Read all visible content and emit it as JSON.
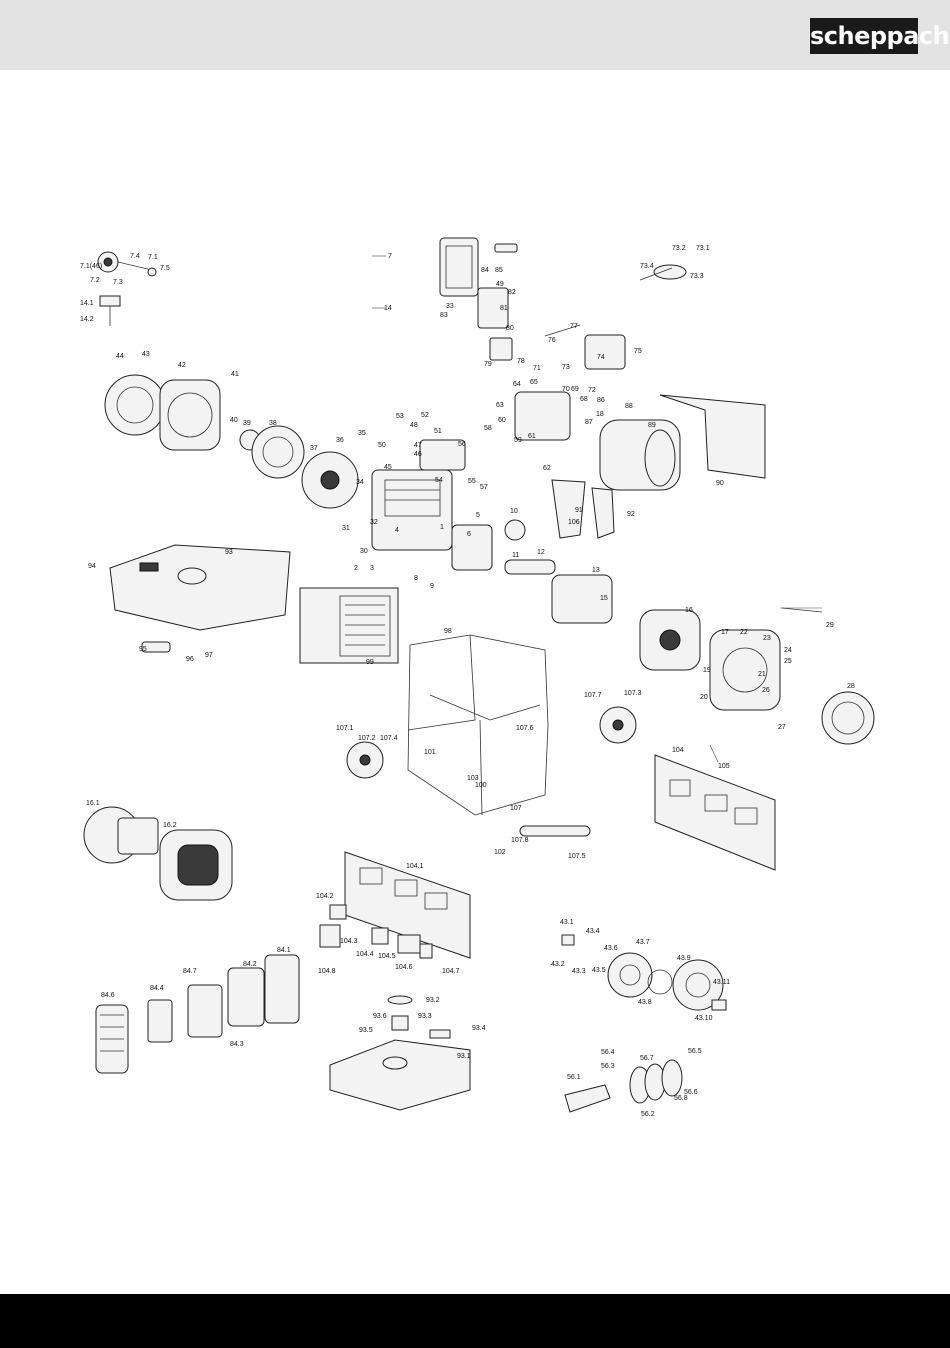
{
  "header": {
    "logo_text": "scheppach"
  },
  "diagram": {
    "labels": [
      "7",
      "7.1(46)",
      "7.2",
      "7.3",
      "7.4",
      "7.1",
      "7.5",
      "14",
      "14.1",
      "14.2",
      "73.2",
      "73.1",
      "73.4",
      "73.3",
      "84",
      "85",
      "49",
      "82",
      "81",
      "83",
      "80",
      "79",
      "33",
      "76",
      "77",
      "75",
      "74",
      "73",
      "78",
      "71",
      "72",
      "64",
      "65",
      "63",
      "70",
      "69",
      "68",
      "86",
      "88",
      "18",
      "87",
      "62",
      "61",
      "60",
      "59",
      "58",
      "56",
      "57",
      "55",
      "54",
      "89",
      "90",
      "91",
      "92",
      "106",
      "44",
      "43",
      "42",
      "41",
      "40",
      "39",
      "38",
      "37",
      "36",
      "35",
      "50",
      "53",
      "52",
      "51",
      "48",
      "47",
      "46",
      "45",
      "34",
      "32",
      "31",
      "30",
      "1",
      "2",
      "3",
      "4",
      "5",
      "6",
      "8",
      "9",
      "10",
      "11",
      "12",
      "13",
      "15",
      "16",
      "17",
      "19",
      "20",
      "21",
      "22",
      "23",
      "24",
      "25",
      "26",
      "27",
      "28",
      "29",
      "93",
      "94",
      "95",
      "96",
      "97",
      "98",
      "99",
      "100",
      "101",
      "102",
      "103",
      "104",
      "105",
      "107",
      "107.1",
      "107.2",
      "107.3",
      "107.4",
      "107.5",
      "107.6",
      "107.7",
      "107.8",
      "16.1",
      "16.2",
      "104.1",
      "104.2",
      "104.3",
      "104.4",
      "104.5",
      "104.6",
      "104.7",
      "104.8",
      "84.1",
      "84.2",
      "84.3",
      "84.4",
      "84.6",
      "84.7",
      "93.1",
      "93.2",
      "93.3",
      "93.4",
      "93.5",
      "93.6",
      "43.1",
      "43.2",
      "43.3",
      "43.4",
      "43.5",
      "43.6",
      "43.7",
      "43.8",
      "43.9",
      "43.10",
      "43.11",
      "56.1",
      "56.2",
      "56.3",
      "56.4",
      "56.5",
      "56.6",
      "56.7",
      "56.8"
    ]
  }
}
